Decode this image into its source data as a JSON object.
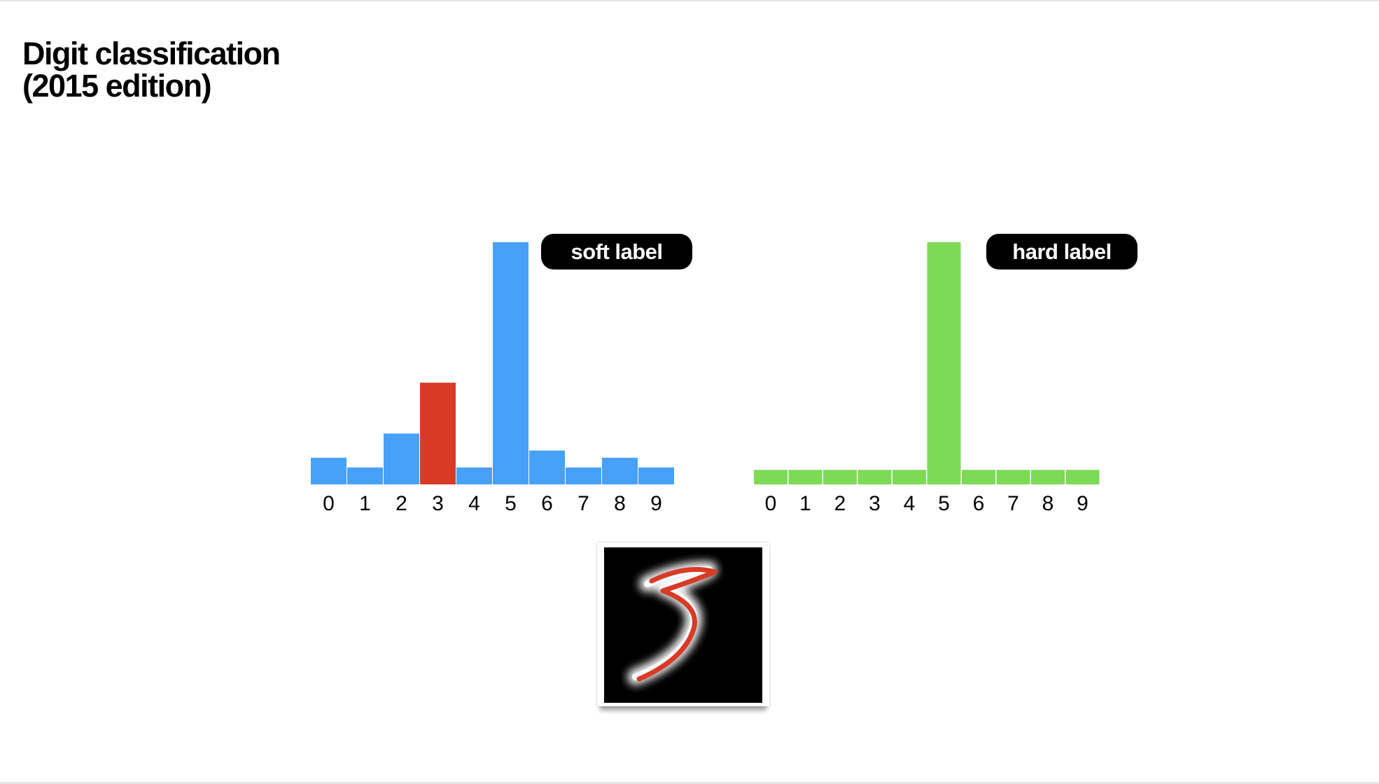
{
  "title": {
    "line1": "Digit classification",
    "line2": "(2015 edition)"
  },
  "colors": {
    "soft_bar": "#48A1F8",
    "highlight_bar": "#D83A26",
    "hard_bar": "#7ED957",
    "pill_bg": "#000000",
    "digit_trace": "#D83A26"
  },
  "chart_data": [
    {
      "type": "bar",
      "categories": [
        "0",
        "1",
        "2",
        "3",
        "4",
        "5",
        "6",
        "7",
        "8",
        "9"
      ],
      "values": [
        0.11,
        0.07,
        0.21,
        0.42,
        0.07,
        1.0,
        0.14,
        0.07,
        0.11,
        0.07
      ],
      "highlight_index": 3,
      "annotation": "soft label",
      "ylim": [
        0,
        1
      ],
      "grid": false
    },
    {
      "type": "bar",
      "categories": [
        "0",
        "1",
        "2",
        "3",
        "4",
        "5",
        "6",
        "7",
        "8",
        "9"
      ],
      "values": [
        0.06,
        0.06,
        0.06,
        0.06,
        0.06,
        1.0,
        0.06,
        0.06,
        0.06,
        0.06
      ],
      "annotation": "hard label",
      "ylim": [
        0,
        1
      ],
      "grid": false
    }
  ],
  "digit_image": {
    "icon": "handwritten-digit-3-icon"
  }
}
